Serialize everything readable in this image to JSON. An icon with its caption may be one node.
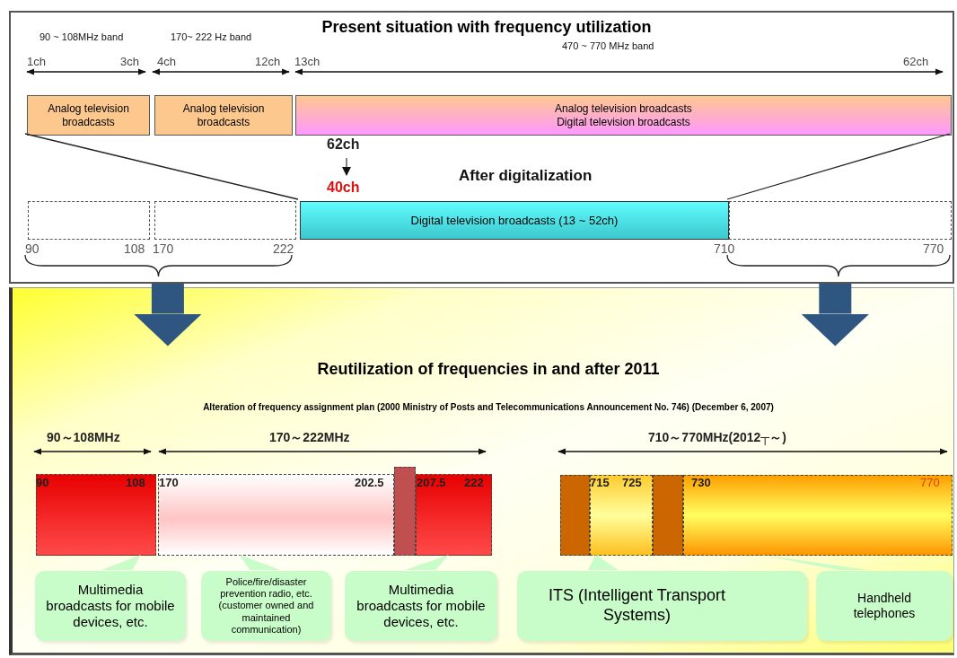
{
  "diagram": {
    "nodes": [
      {
        "text": [
          "Present situation with frequency utilization"
        ]
      },
      {
        "text": [
          "Analog television broadcasts"
        ],
        "in": 0
      },
      {
        "text": [
          "Analog television broadcasts"
        ],
        "in": 0
      },
      {
        "text": [
          "Analog television broadcasts",
          "Digital television broadcasts"
        ],
        "in": 0
      },
      {
        "text": [],
        "shape": "box",
        "in": 0
      },
      {
        "text": [],
        "shape": "box",
        "in": 0
      },
      {
        "text": [
          "Digital television broadcasts (13 ~ 52ch)"
        ],
        "in": 0
      },
      {
        "text": [],
        "shape": "box",
        "in": 0
      },
      {
        "text": [
          "Reutilization of frequencies in and after 2011",
          "Alteration of frequency assignment plan (2000 Ministry of Posts and Telecommunications Announcement No. 746) (December 6, 2007)"
        ]
      },
      {
        "text": [],
        "shape": "box",
        "in": 8
      },
      {
        "text": [],
        "shape": "box",
        "in": 8
      },
      {
        "text": [],
        "shape": "box",
        "in": 8
      },
      {
        "text": [],
        "shape": "box",
        "in": 8
      },
      {
        "text": [],
        "shape": "box",
        "in": 8
      },
      {
        "text": [],
        "shape": "box",
        "in": 8
      },
      {
        "text": [],
        "shape": "box",
        "in": 8
      },
      {
        "text": [],
        "shape": "box",
        "in": 8
      },
      {
        "text": [
          "Multimedia broadcasts for mobile devices, etc."
        ],
        "in": 8
      },
      {
        "text": [
          "Police/fire/disaster prevention radio, etc. (customer owned and maintained communication)"
        ],
        "in": 8
      },
      {
        "text": [
          "Multimedia broadcasts for mobile devices, etc."
        ],
        "in": 8
      },
      {
        "text": [
          "ITS (Intelligent Transport Systems)"
        ],
        "in": 8
      },
      {
        "text": [
          "Handheld telephones"
        ],
        "in": 8
      }
    ],
    "edges": [
      {
        "from": 1,
        "to": 6,
        "arrow": "none"
      },
      {
        "from": 3,
        "to": 6,
        "arrow": "none"
      },
      {
        "from": 0,
        "to": 8,
        "arrow": "to",
        "style": "thick",
        "color": "#2f5680"
      },
      {
        "from": 0,
        "to": 8,
        "arrow": "to",
        "style": "thick",
        "color": "#2f5680"
      },
      {
        "from": 17,
        "to": 9,
        "arrow": "none",
        "style": "thick",
        "color": "#c8fcc8"
      },
      {
        "from": 18,
        "to": 10,
        "arrow": "none",
        "style": "thick",
        "color": "#c8fcc8"
      },
      {
        "from": 19,
        "to": 12,
        "arrow": "none",
        "style": "thick",
        "color": "#c8fcc8"
      },
      {
        "from": 20,
        "to": 14,
        "arrow": "none",
        "style": "thick",
        "color": "#c8fcc8"
      },
      {
        "from": 21,
        "to": 16,
        "arrow": "none",
        "style": "thick",
        "color": "#c8fcc8"
      }
    ],
    "labels": [
      "90 ~ 108MHz band",
      "170~ 222 Hz band",
      "470 ~ 770 MHz band",
      "1ch",
      "3ch",
      "4ch",
      "12ch",
      "13ch",
      "62ch",
      "62ch",
      "40ch",
      "After digitalization",
      "90",
      "108",
      "170",
      "222",
      "710",
      "770",
      "90～108MHz",
      "170～222MHz",
      "710～770MHz(2012┬～)",
      "90",
      "108",
      "170",
      "202.5",
      "207.5",
      "222",
      "715",
      "725",
      "730",
      "770"
    ]
  }
}
